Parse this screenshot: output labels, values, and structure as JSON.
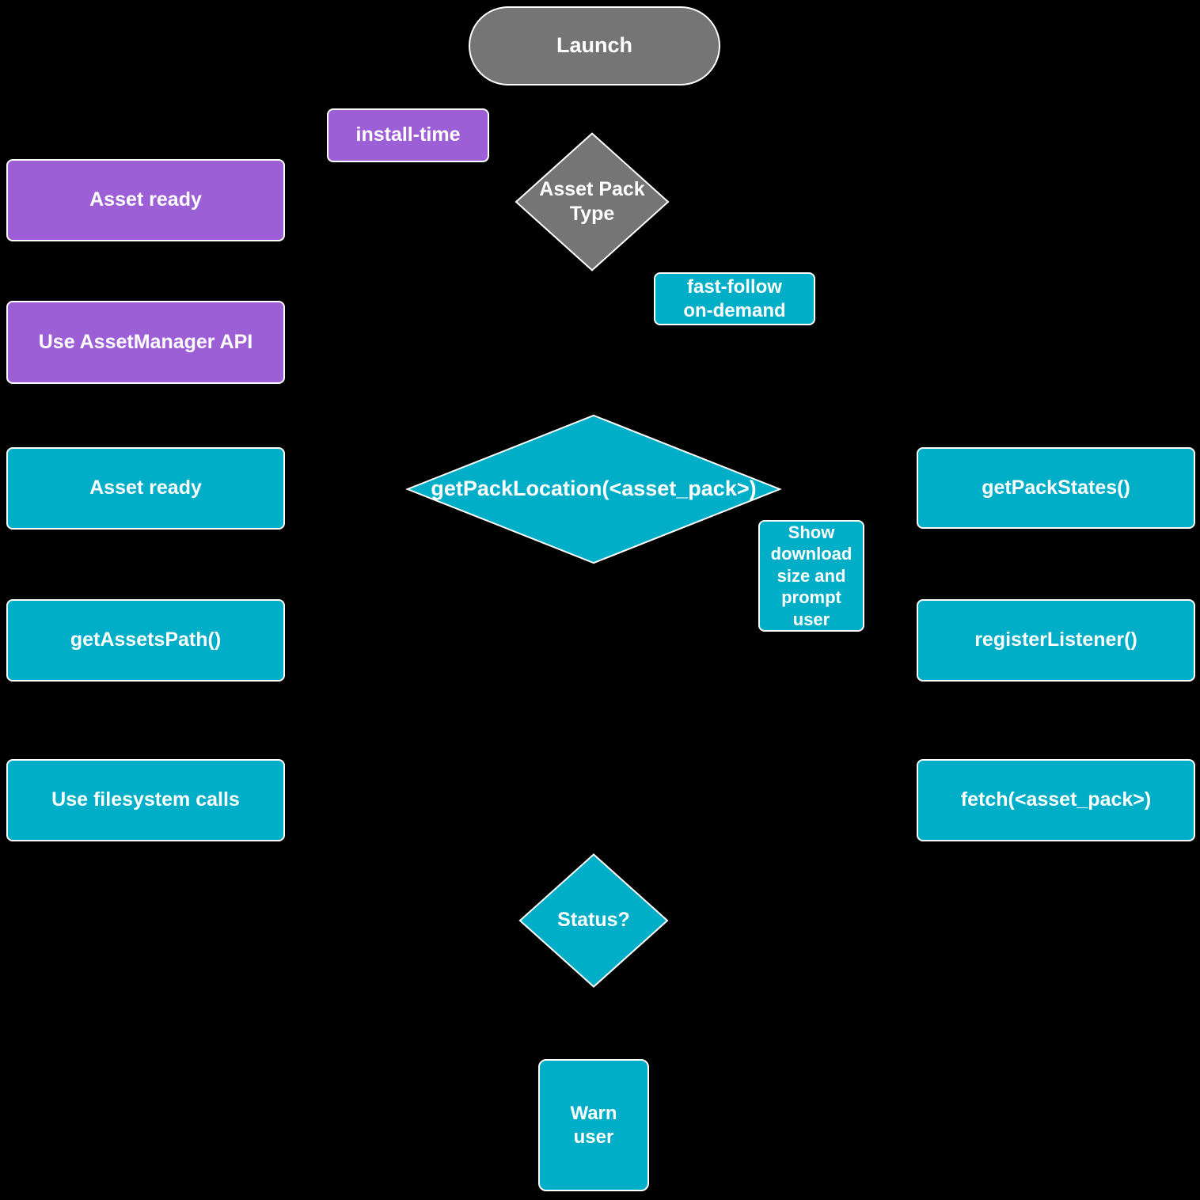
{
  "diagram": {
    "title": "Asset pack delivery flowchart",
    "background": "#000000",
    "colors": {
      "gray": "#757575",
      "purple": "#9c5fd6",
      "teal": "#00aec7",
      "text": "#ffffff",
      "border": "#ffffff"
    }
  },
  "nodes": {
    "launch": {
      "label": "Launch",
      "shape": "stadium",
      "color": "gray"
    },
    "install_time": {
      "label": "install-time",
      "shape": "rect",
      "color": "purple"
    },
    "asset_pack_type": {
      "label": "Asset Pack\nType",
      "shape": "diamond",
      "color": "gray"
    },
    "fast_follow_on_demand": {
      "label": "fast-follow\non-demand",
      "shape": "rect",
      "color": "teal"
    },
    "asset_ready_install": {
      "label": "Asset ready",
      "shape": "rect",
      "color": "purple"
    },
    "use_asset_manager_api": {
      "label": "Use AssetManager API",
      "shape": "rect",
      "color": "purple"
    },
    "asset_ready_ondemand": {
      "label": "Asset ready",
      "shape": "rect",
      "color": "teal"
    },
    "get_pack_location": {
      "label": "getPackLocation(<asset_pack>)",
      "shape": "diamond",
      "color": "teal"
    },
    "get_pack_states": {
      "label": "getPackStates()",
      "shape": "rect",
      "color": "teal"
    },
    "show_download_size": {
      "label": "Show\ndownload\nsize and\nprompt\nuser",
      "shape": "rect",
      "color": "teal"
    },
    "get_assets_path": {
      "label": "getAssetsPath()",
      "shape": "rect",
      "color": "teal"
    },
    "register_listener": {
      "label": "registerListener()",
      "shape": "rect",
      "color": "teal"
    },
    "use_filesystem_calls": {
      "label": "Use filesystem calls",
      "shape": "rect",
      "color": "teal"
    },
    "fetch_asset_pack": {
      "label": "fetch(<asset_pack>)",
      "shape": "rect",
      "color": "teal"
    },
    "status": {
      "label": "Status?",
      "shape": "diamond",
      "color": "teal"
    },
    "warn_user": {
      "label": "Warn\nuser",
      "shape": "rect",
      "color": "teal"
    }
  }
}
